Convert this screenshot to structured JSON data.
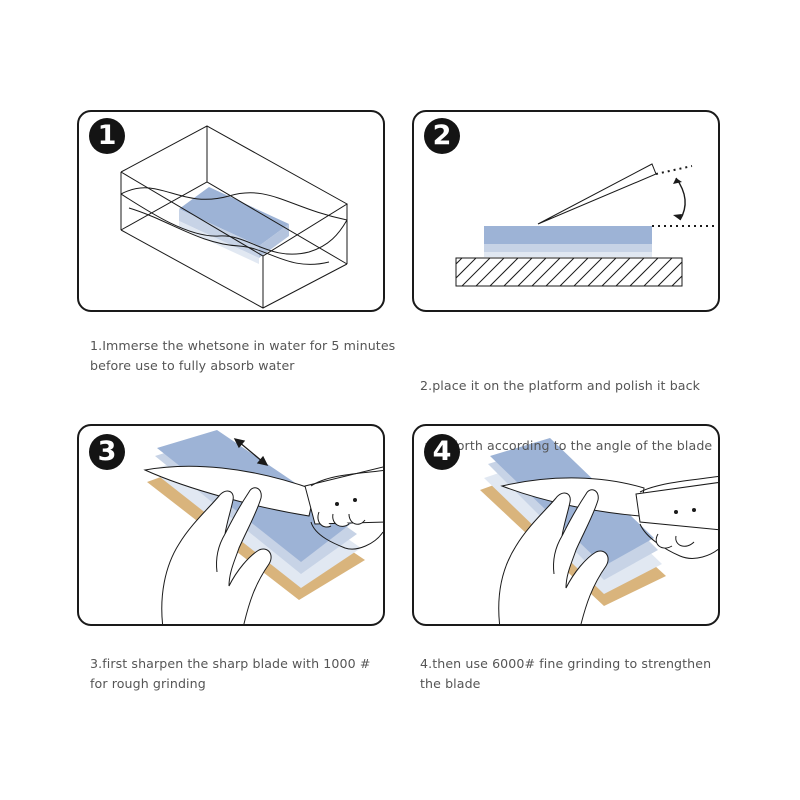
{
  "steps": [
    {
      "number": "1",
      "caption_line1": "1.Immerse the whetsone in water for 5 minutes",
      "caption_line2": "before use to fully absorb water"
    },
    {
      "number": "2",
      "caption_line1": "2.place it on the platform and polish it back",
      "caption_line2": " and forth according to the angle of the blade"
    },
    {
      "number": "3",
      "caption_line1": "3.first sharpen the sharp blade with 1000 #",
      "caption_line2": "for rough grinding"
    },
    {
      "number": "4",
      "caption_line1": "4.then use 6000# fine grinding to strengthen",
      "caption_line2": "the blade"
    }
  ],
  "colors": {
    "stone_top": "#9db3d6",
    "stone_light": "#c7d3e6",
    "stone_lightest": "#e1e8f2",
    "base_wood": "#d9b47c",
    "outline": "#1a1a1a"
  }
}
